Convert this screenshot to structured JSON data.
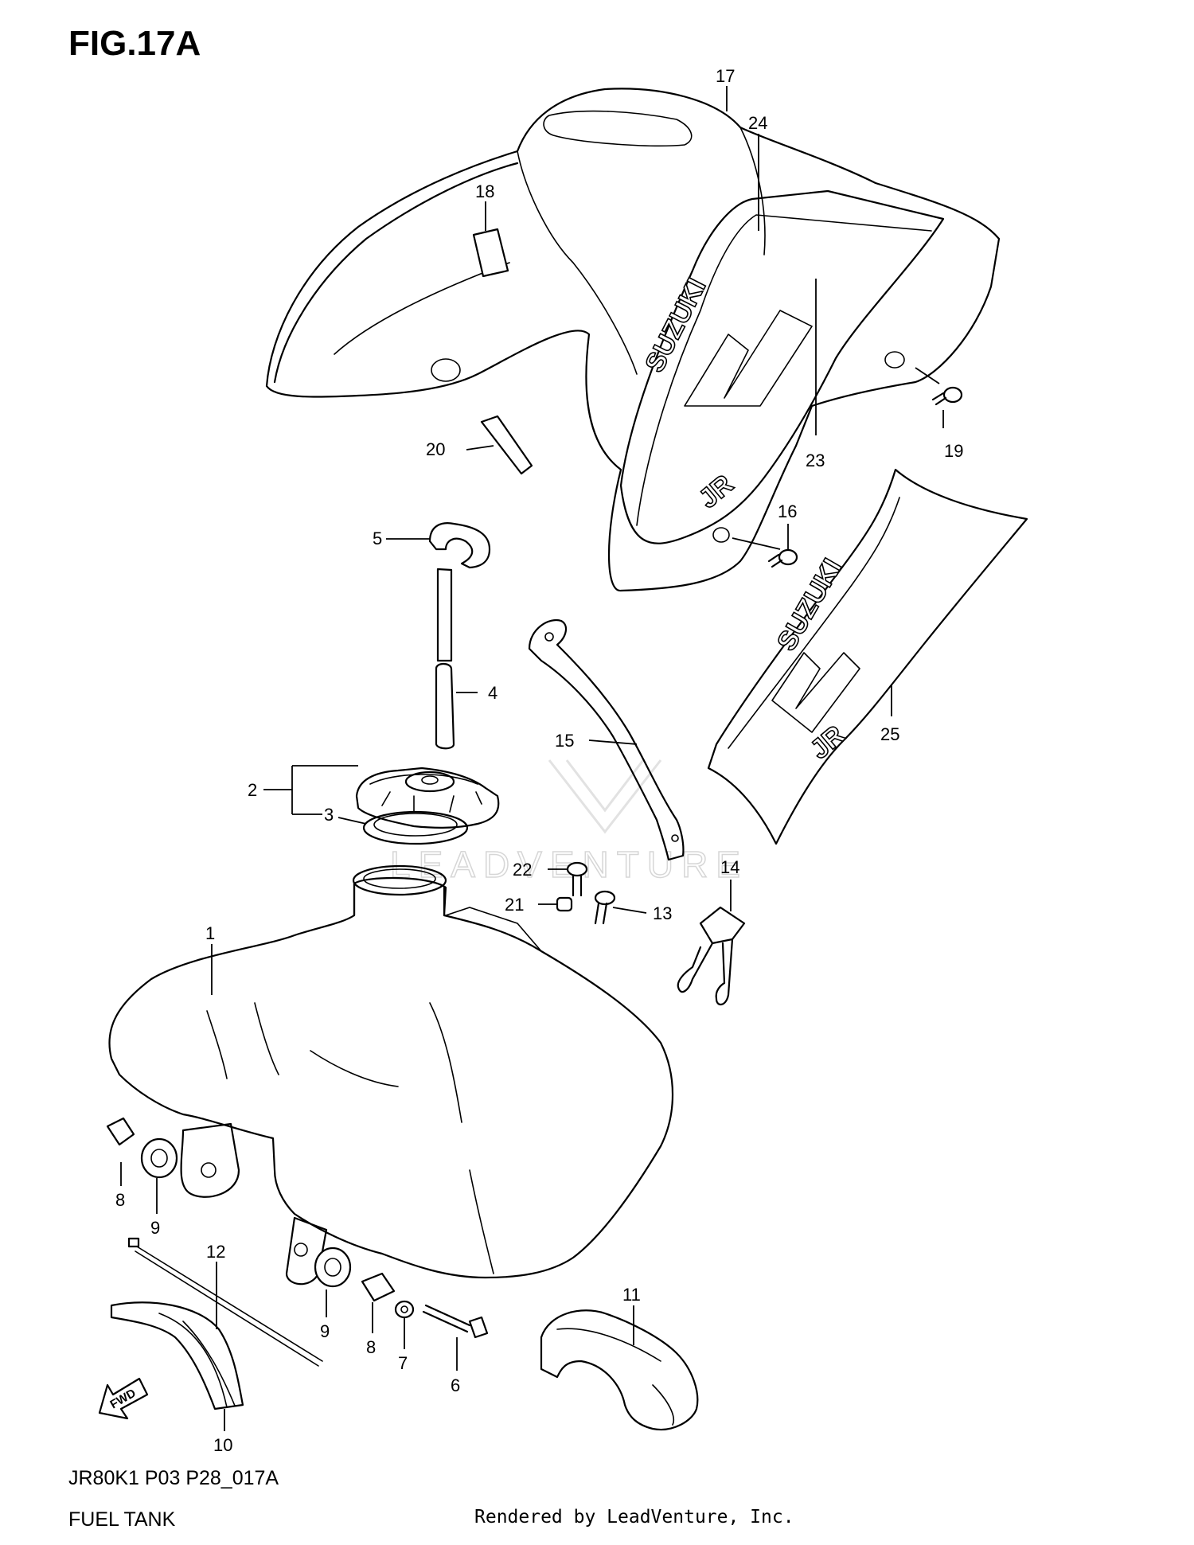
{
  "figure": {
    "title": "FIG.17A",
    "model_code": "JR80K1 P03 P28_017A",
    "section_name": "FUEL TANK",
    "rendered_by": "Rendered by LeadVenture, Inc."
  },
  "watermark": {
    "text": "LEADVENTURE"
  },
  "decals": {
    "brand": "SUZUKI",
    "model": "JR"
  },
  "fwd_arrow": {
    "label": "FWD"
  },
  "callouts": [
    {
      "id": "c1",
      "label": "1"
    },
    {
      "id": "c2",
      "label": "2"
    },
    {
      "id": "c3",
      "label": "3"
    },
    {
      "id": "c4",
      "label": "4"
    },
    {
      "id": "c5",
      "label": "5"
    },
    {
      "id": "c6",
      "label": "6"
    },
    {
      "id": "c7",
      "label": "7"
    },
    {
      "id": "c8a",
      "label": "8"
    },
    {
      "id": "c8b",
      "label": "8"
    },
    {
      "id": "c9a",
      "label": "9"
    },
    {
      "id": "c9b",
      "label": "9"
    },
    {
      "id": "c10",
      "label": "10"
    },
    {
      "id": "c11",
      "label": "11"
    },
    {
      "id": "c12",
      "label": "12"
    },
    {
      "id": "c13",
      "label": "13"
    },
    {
      "id": "c14",
      "label": "14"
    },
    {
      "id": "c15",
      "label": "15"
    },
    {
      "id": "c16",
      "label": "16"
    },
    {
      "id": "c17",
      "label": "17"
    },
    {
      "id": "c18",
      "label": "18"
    },
    {
      "id": "c19",
      "label": "19"
    },
    {
      "id": "c20",
      "label": "20"
    },
    {
      "id": "c21",
      "label": "21"
    },
    {
      "id": "c22",
      "label": "22"
    },
    {
      "id": "c23",
      "label": "23"
    },
    {
      "id": "c24",
      "label": "24"
    },
    {
      "id": "c25",
      "label": "25"
    }
  ]
}
